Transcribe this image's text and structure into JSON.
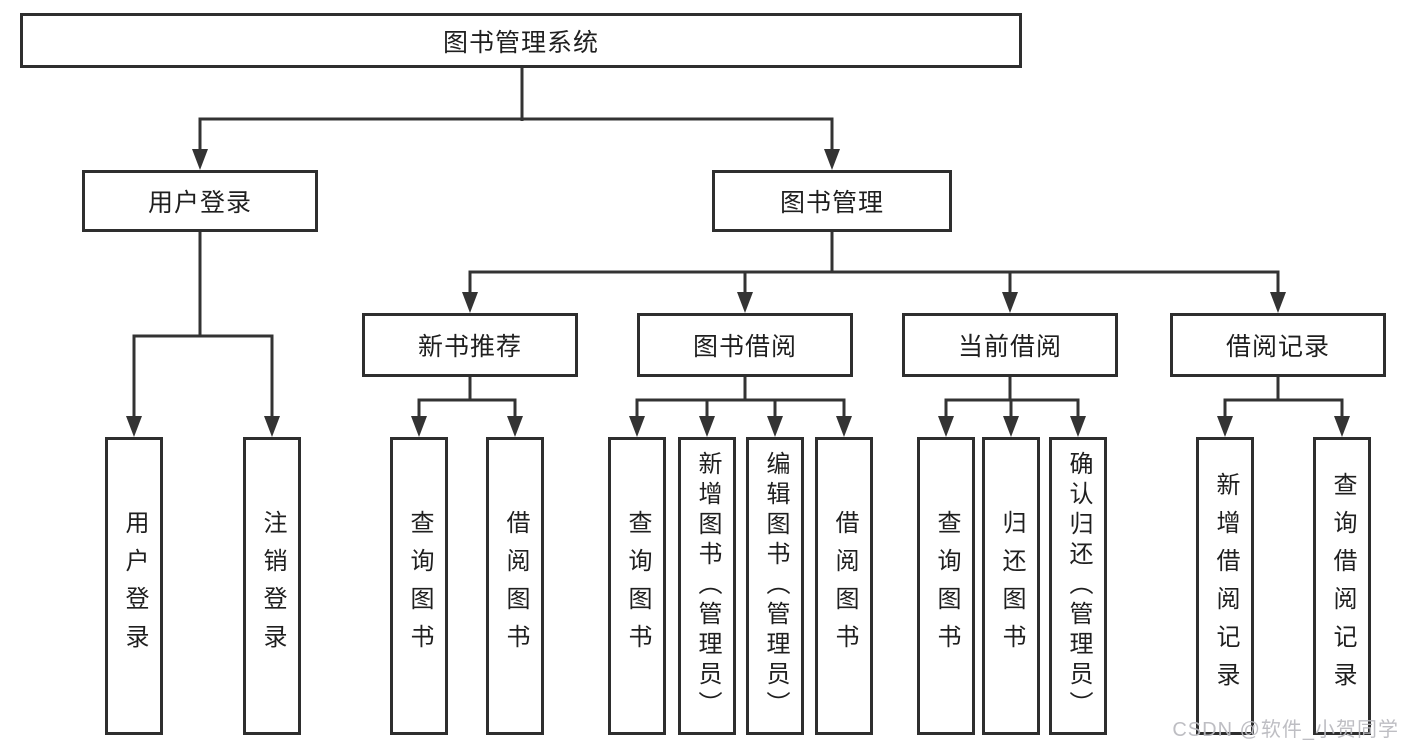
{
  "diagram": {
    "root": {
      "label": "图书管理系统"
    },
    "branches": [
      {
        "label": "用户登录",
        "children": [
          {
            "label": "用户登录"
          },
          {
            "label": "注销登录"
          }
        ]
      },
      {
        "label": "图书管理",
        "children": [
          {
            "label": "新书推荐",
            "children": [
              {
                "label": "查询图书"
              },
              {
                "label": "借阅图书"
              }
            ]
          },
          {
            "label": "图书借阅",
            "children": [
              {
                "label": "查询图书"
              },
              {
                "label": "新增图书（管理员）"
              },
              {
                "label": "编辑图书（管理员）"
              },
              {
                "label": "借阅图书"
              }
            ]
          },
          {
            "label": "当前借阅",
            "children": [
              {
                "label": "查询图书"
              },
              {
                "label": "归还图书"
              },
              {
                "label": "确认归还（管理员）"
              }
            ]
          },
          {
            "label": "借阅记录",
            "children": [
              {
                "label": "新增借阅记录"
              },
              {
                "label": "查询借阅记录"
              }
            ]
          }
        ]
      }
    ]
  },
  "watermark": {
    "text": "CSDN @软件_小贺同学"
  },
  "colors": {
    "background": "#ffffff",
    "line": "#333333",
    "box_border": "#2e2e2e",
    "text": "#1f1f1f",
    "watermark": "#babbc0"
  }
}
